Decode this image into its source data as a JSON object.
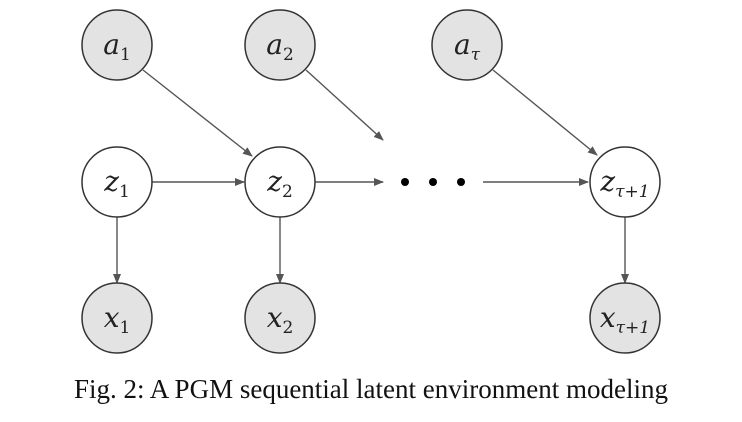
{
  "nodes": {
    "a1": {
      "var": "a",
      "sub": "1",
      "shaded": true
    },
    "a2": {
      "var": "a",
      "sub": "2",
      "shaded": true
    },
    "atau": {
      "var": "a",
      "sub": "τ",
      "shaded": true
    },
    "z1": {
      "var": "z",
      "sub": "1",
      "shaded": false
    },
    "z2": {
      "var": "z",
      "sub": "2",
      "shaded": false
    },
    "ztau1": {
      "var": "z",
      "sub": "τ+1",
      "shaded": false
    },
    "x1": {
      "var": "x",
      "sub": "1",
      "shaded": true
    },
    "x2": {
      "var": "x",
      "sub": "2",
      "shaded": true
    },
    "xtau1": {
      "var": "x",
      "sub": "τ+1",
      "shaded": true
    }
  },
  "colors": {
    "shaded_fill": "#e3e3e3",
    "plain_fill": "#ffffff",
    "stroke": "#333333",
    "edge": "#555555"
  },
  "caption": "Fig. 2: A PGM sequential latent environment modeling"
}
